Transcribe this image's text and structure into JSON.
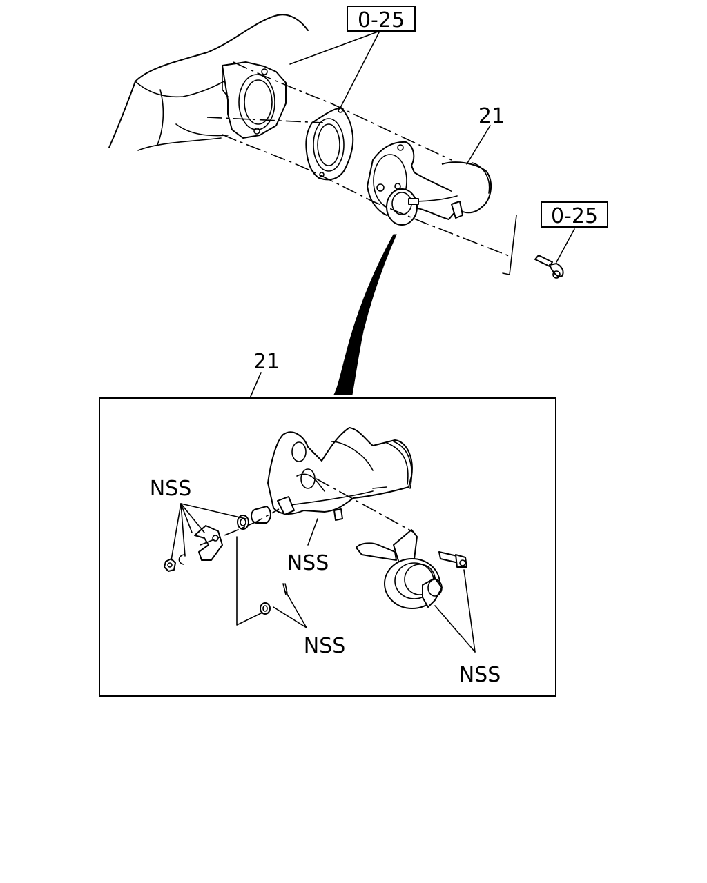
{
  "diagram": {
    "callouts": {
      "top_ref": "0-25",
      "right_ref": "0-25",
      "part_top": "21",
      "part_detail": "21",
      "nss_left": "NSS",
      "nss_center": "NSS",
      "nss_lower": "NSS",
      "nss_right": "NSS"
    }
  }
}
